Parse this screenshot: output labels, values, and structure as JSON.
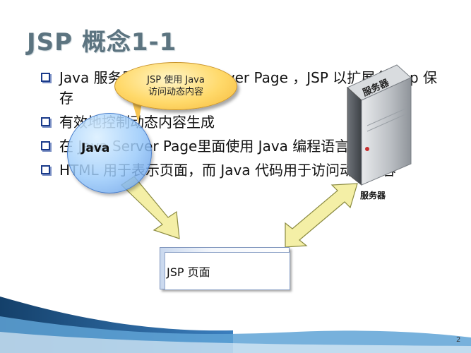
{
  "slide": {
    "title": "JSP 概念1-1",
    "bullets": [
      {
        "text": "Java 服务器页面 Java Server Page ，JSP 以扩展名 .jsp 保存"
      },
      {
        "text": "有效地控制动态内容生成"
      },
      {
        "text": "在 Java Server Page里面使用 Java 编程语言和类库"
      },
      {
        "text": "HTML 用于表示页面，而 Java 代码用于访问动态内容"
      }
    ],
    "page_number": "2"
  },
  "diagram": {
    "callout_line1": "JSP 使用 Java",
    "callout_line2": "访问动态内容",
    "java_label": "Java",
    "server_icon_text": "服务器",
    "server_label": "服务器",
    "jsp_page_label": "JSP 页面"
  },
  "colors": {
    "title": "#5c7480",
    "bullet_box": "#1a3a8a",
    "arrow_fill": "#f4efa6",
    "wave_dark": "#1f4e78",
    "wave_light": "#5fa3d6"
  }
}
